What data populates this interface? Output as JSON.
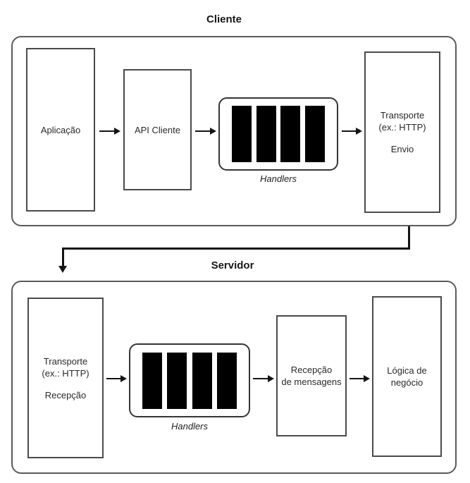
{
  "client": {
    "title": "Cliente",
    "aplicacao": "Aplicação",
    "api_cliente": "API Cliente",
    "transporte": [
      "Transporte",
      "(ex.: HTTP)",
      "Envio"
    ],
    "handlers_label": "Handlers",
    "handlers_bar_count": 4
  },
  "server": {
    "title": "Servidor",
    "transporte": [
      "Transporte",
      "(ex.: HTTP)",
      "Recepção"
    ],
    "handlers_label": "Handlers",
    "handlers_bar_count": 4,
    "recepcao_mensagens": [
      "Recepção",
      "de mensagens"
    ],
    "logica_negocio": [
      "Lógica de",
      "negócio"
    ]
  },
  "colors": {
    "background": "#ffffff",
    "outer_border": "#5a5a5a",
    "box_border": "#4a4a4a",
    "connector": "#141414",
    "bar": "#000000",
    "text": "#2a2a2a"
  }
}
